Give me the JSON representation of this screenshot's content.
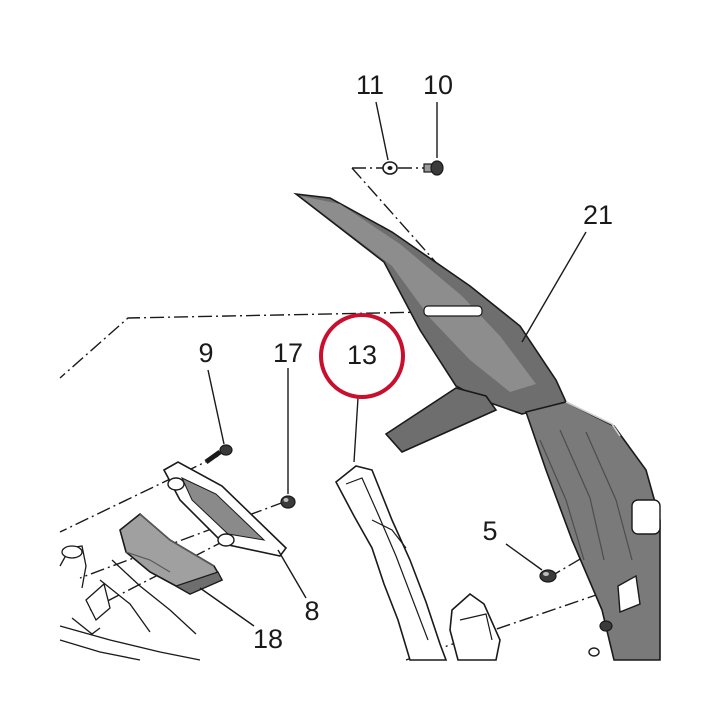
{
  "diagram": {
    "callouts": {
      "c11": "11",
      "c10": "10",
      "c21": "21",
      "c9": "9",
      "c17": "17",
      "c13": "13",
      "c5": "5",
      "c8": "8",
      "c18": "18"
    },
    "highlight_color": "#c8102e",
    "part_fill_dark": "#6e6e6e",
    "part_fill_mid": "#9a9a9a",
    "part_fill_light": "#dcdcdc"
  }
}
